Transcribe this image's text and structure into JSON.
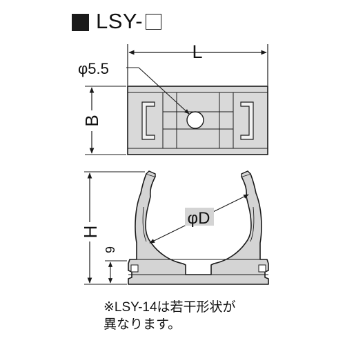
{
  "title": {
    "model": "LSY-"
  },
  "labels": {
    "hole_diameter": "φ5.5",
    "length": "L",
    "width": "B",
    "height": "H",
    "base_height": "9",
    "inner_diameter": "φD"
  },
  "note": {
    "line1": "※LSY-14は若干形状が",
    "line2": "異なります。"
  },
  "colors": {
    "part_fill": "#d6d6d6",
    "part_dark": "#a8a8a8",
    "line": "#1a1a1a"
  }
}
